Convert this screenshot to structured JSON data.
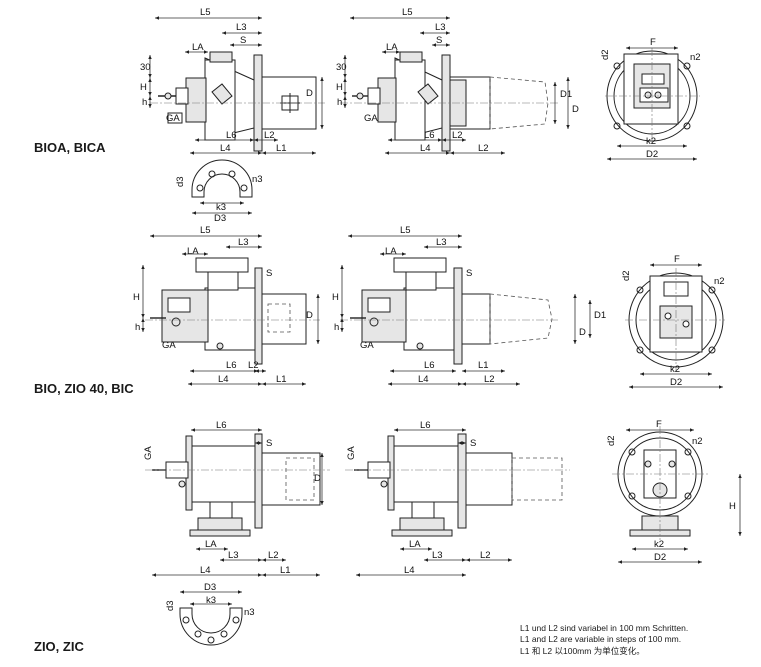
{
  "sections": {
    "bioa": "BIOA, BICA",
    "bio": "BIO, ZIO 40, BIC",
    "zio": "ZIO, ZIC"
  },
  "notes": {
    "de": "L1 und L2 sind variabel in 100 mm Schritten.",
    "en": "L1 and L2 are variable in steps of 100 mm.",
    "zh": "L1 和 L2 以100mm 为单位变化。"
  },
  "dims": {
    "L1": "L1",
    "L2": "L2",
    "L3": "L3",
    "L4": "L4",
    "L5": "L5",
    "L6": "L6",
    "LA": "LA",
    "S": "S",
    "GA": "GA",
    "H": "H",
    "h": "h",
    "n30": "30",
    "D": "D",
    "D1": "D1",
    "D2": "D2",
    "D3": "D3",
    "F": "F",
    "k2": "k2",
    "k3": "k3",
    "d2": "d2",
    "d3": "d3",
    "n2": "n2",
    "n3": "n3"
  }
}
